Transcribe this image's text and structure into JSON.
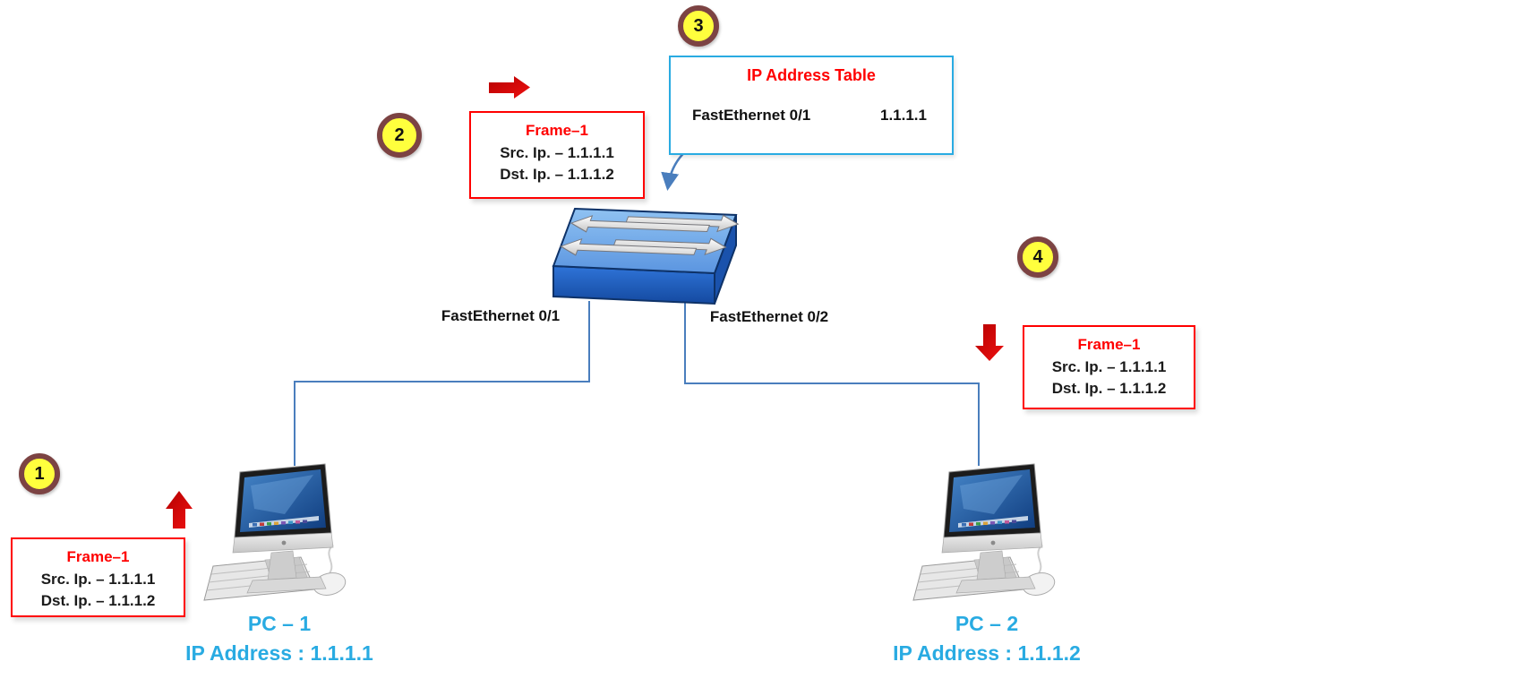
{
  "badges": [
    {
      "label": "1"
    },
    {
      "label": "2"
    },
    {
      "label": "3"
    },
    {
      "label": "4"
    }
  ],
  "frames": [
    {
      "title": "Frame–1",
      "src": "Src. Ip. – 1.1.1.1",
      "dst": "Dst. Ip. – 1.1.1.2"
    },
    {
      "title": "Frame–1",
      "src": "Src. Ip. – 1.1.1.1",
      "dst": "Dst. Ip. – 1.1.1.2"
    },
    {
      "title": "Frame–1",
      "src": "Src. Ip. – 1.1.1.1",
      "dst": "Dst. Ip. – 1.1.1.2"
    }
  ],
  "ip_table": {
    "title": "IP Address Table",
    "rows": [
      {
        "interface": "FastEthernet 0/1",
        "ip": "1.1.1.1"
      }
    ]
  },
  "switch_ports": {
    "left": "FastEthernet 0/1",
    "right": "FastEthernet 0/2"
  },
  "pcs": [
    {
      "name": "PC – 1",
      "ip": "IP Address : 1.1.1.1"
    },
    {
      "name": "PC – 2",
      "ip": "IP Address : 1.1.1.2"
    }
  ],
  "colors": {
    "frame_border": "#FF0000",
    "frame_title": "#FF0000",
    "table_border": "#29ABE2",
    "pc_label": "#29ABE2",
    "connector": "#4A7EBD",
    "badge_ring": "#7C4343",
    "badge_fill": "#FFFF3D",
    "arrow_red": "#D40000",
    "switch_top": "#7FB4EE",
    "switch_front": "#1E5BB8"
  }
}
